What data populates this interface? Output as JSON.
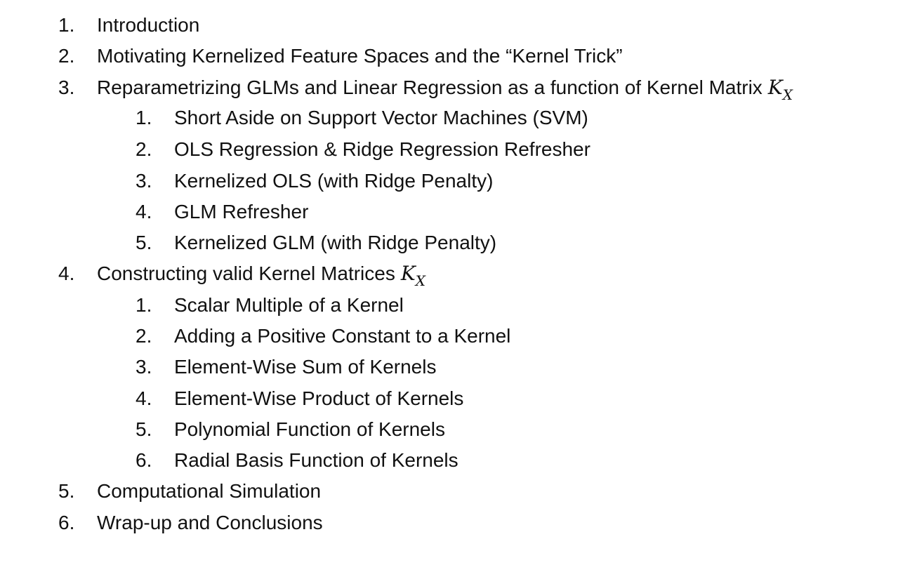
{
  "toc": {
    "items": [
      {
        "number": "1.",
        "label": "Introduction"
      },
      {
        "number": "2.",
        "label": "Motivating Kernelized Feature Spaces and the “Kernel Trick”"
      },
      {
        "number": "3.",
        "label": "Reparametrizing GLMs and Linear Regression as a function of Kernel Matrix",
        "math_base": "K",
        "math_sub": "X",
        "children": [
          {
            "number": "1.",
            "label": "Short Aside on Support Vector Machines (SVM)"
          },
          {
            "number": "2.",
            "label": "OLS Regression & Ridge Regression Refresher"
          },
          {
            "number": "3.",
            "label": "Kernelized OLS (with Ridge Penalty)"
          },
          {
            "number": "4.",
            "label": "GLM Refresher"
          },
          {
            "number": "5.",
            "label": "Kernelized GLM (with Ridge Penalty)"
          }
        ]
      },
      {
        "number": "4.",
        "label": "Constructing valid Kernel Matrices",
        "math_base": "K",
        "math_sub": "X",
        "children": [
          {
            "number": "1.",
            "label": "Scalar Multiple of a Kernel"
          },
          {
            "number": "2.",
            "label": "Adding a Positive Constant to a Kernel"
          },
          {
            "number": "3.",
            "label": "Element-Wise Sum of Kernels"
          },
          {
            "number": "4.",
            "label": "Element-Wise Product of Kernels"
          },
          {
            "number": "5.",
            "label": "Polynomial Function of Kernels"
          },
          {
            "number": "6.",
            "label": "Radial Basis Function of Kernels"
          }
        ]
      },
      {
        "number": "5.",
        "label": "Computational Simulation"
      },
      {
        "number": "6.",
        "label": "Wrap-up and Conclusions"
      }
    ]
  }
}
